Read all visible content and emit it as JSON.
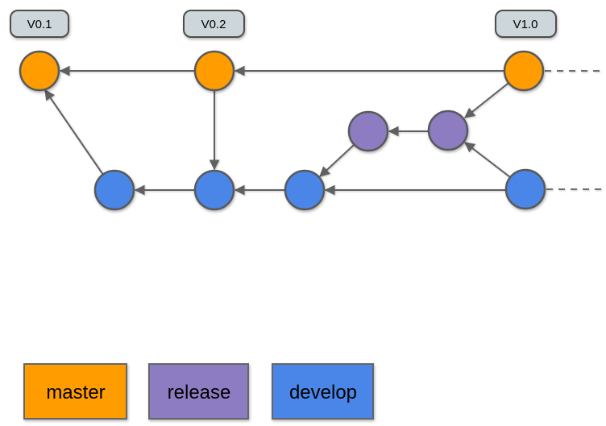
{
  "diagram": {
    "tags": [
      {
        "label": "V0.1"
      },
      {
        "label": "V0.2"
      },
      {
        "label": "V1.0"
      }
    ],
    "legend": [
      {
        "label": "master"
      },
      {
        "label": "release"
      },
      {
        "label": "develop"
      }
    ],
    "colors": {
      "master": "#FF9C00",
      "release": "#8E7CC3",
      "develop": "#4A86E8",
      "tag_fill": "#CDD6DA",
      "connector": "#606060",
      "background": "#FFFFFF"
    },
    "branches": {
      "master_commit_count": 3,
      "release_commit_count": 2,
      "develop_commit_count": 4
    }
  }
}
